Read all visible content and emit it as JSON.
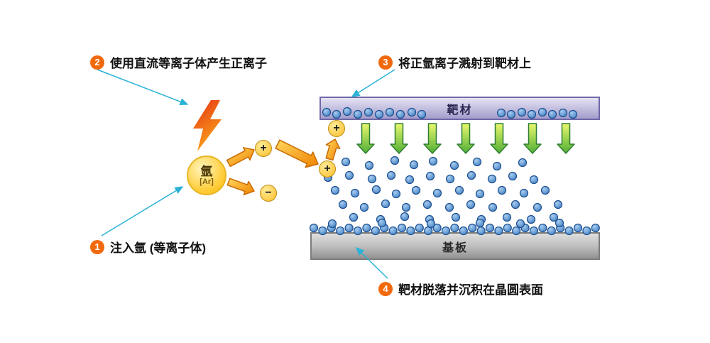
{
  "steps": {
    "s1": {
      "num": "1",
      "text": "注入氩 (等离子体)"
    },
    "s2": {
      "num": "2",
      "text": "使用直流等离子体产生正离子"
    },
    "s3": {
      "num": "3",
      "text": "将正氩离子溅射到靶材上"
    },
    "s4": {
      "num": "4",
      "text": "靶材脱落并沉积在晶圆表面"
    }
  },
  "argon": {
    "symbol": "氩",
    "formula": "[Ar]"
  },
  "labels": {
    "target": "靶材",
    "substrate": "基板"
  },
  "ions": {
    "plus": "+",
    "minus": "−"
  },
  "colors": {
    "step_badge": "#f2690d",
    "connector_cyan": "#2ab3d6",
    "atom_blue": "#5a9bd4",
    "target_purple": "#c7c3e2",
    "substrate_gray": "#bfbfbf",
    "arrow_orange": "#ef8200",
    "arrow_green": "#6cc23e",
    "bolt_red": "#e63312"
  }
}
